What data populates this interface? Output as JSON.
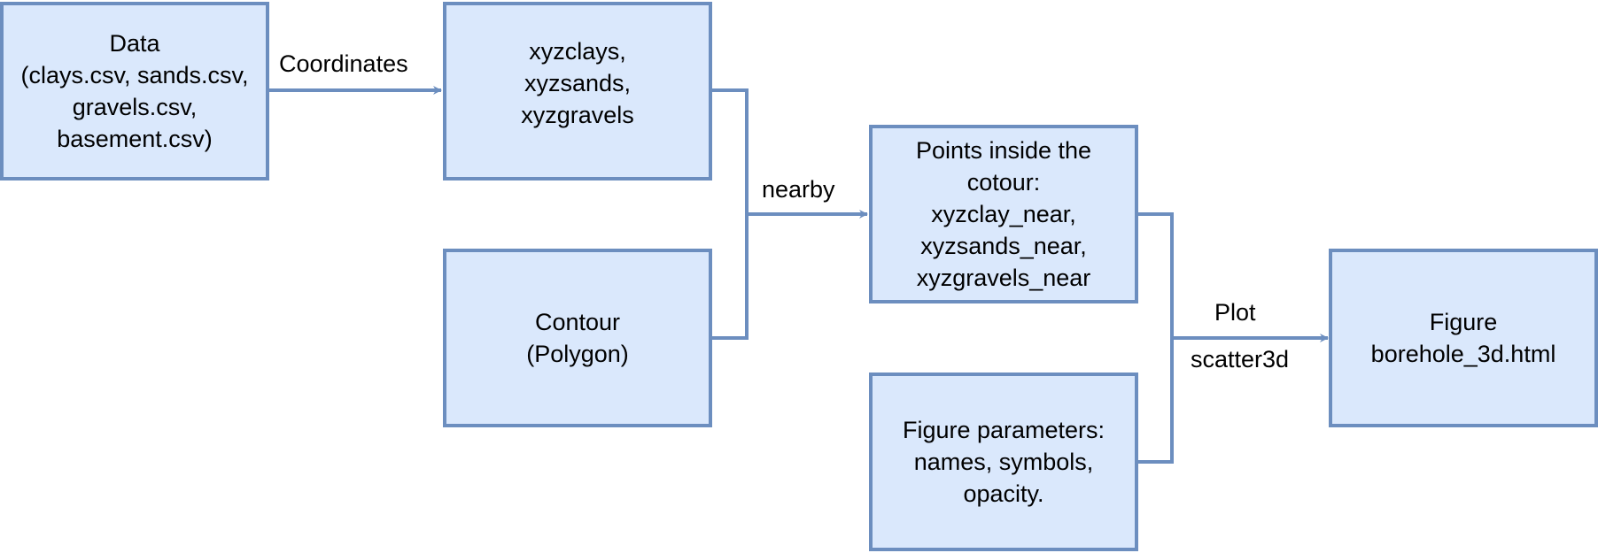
{
  "nodes": {
    "data": [
      "Data",
      "(clays.csv, sands.csv,",
      "gravels.csv,",
      "basement.csv)"
    ],
    "xyz": [
      "xyzclays,",
      "xyzsands,",
      "xyzgravels"
    ],
    "contour": [
      "Contour",
      "(Polygon)"
    ],
    "points": [
      "Points inside the",
      "cotour:",
      "xyzclay_near,",
      "xyzsands_near,",
      "xyzgravels_near"
    ],
    "params": [
      "Figure parameters:",
      "names, symbols,",
      "opacity."
    ],
    "figure": [
      "Figure",
      "borehole_3d.html"
    ]
  },
  "edges": {
    "coordinates": "Coordinates",
    "nearby": "nearby",
    "plot": "Plot",
    "scatter3d": "scatter3d"
  },
  "colors": {
    "fill": "#dae8fc",
    "stroke": "#6c8ebf"
  }
}
